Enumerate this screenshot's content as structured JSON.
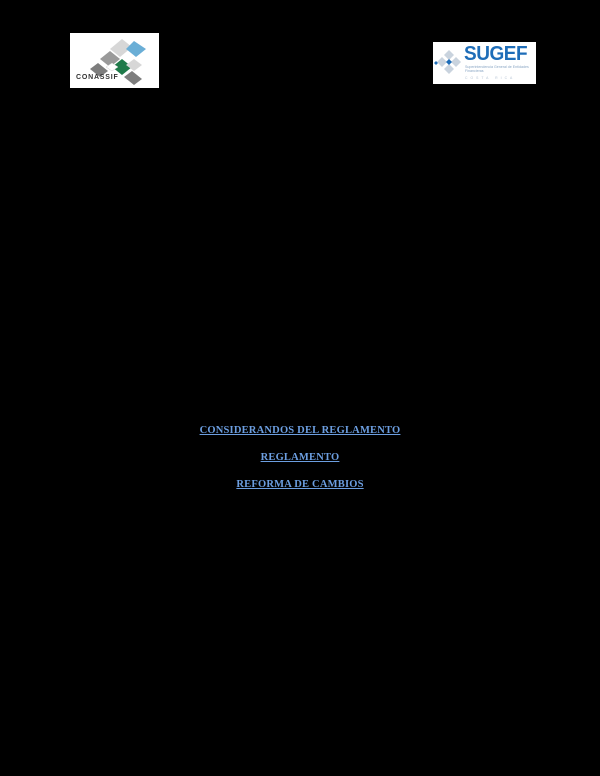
{
  "header": {
    "left_logo": {
      "name": "CONASSIF",
      "text": "CONASSIF"
    },
    "right_logo": {
      "name": "SUGEF",
      "text": "SUGEF",
      "subtitle": "Superintendencia General de Entidades Financieras",
      "country": "COSTA RICA"
    }
  },
  "links": [
    {
      "label": "CONSIDERANDOS DEL REGLAMENTO"
    },
    {
      "label": "REGLAMENTO"
    },
    {
      "label": "REFORMA DE CAMBIOS"
    }
  ],
  "colors": {
    "background": "#000000",
    "link": "#6c9ee0",
    "sugef_blue": "#1e6db8",
    "conassif_green": "#1f7a4a",
    "conassif_lightblue": "#6aaed6"
  }
}
